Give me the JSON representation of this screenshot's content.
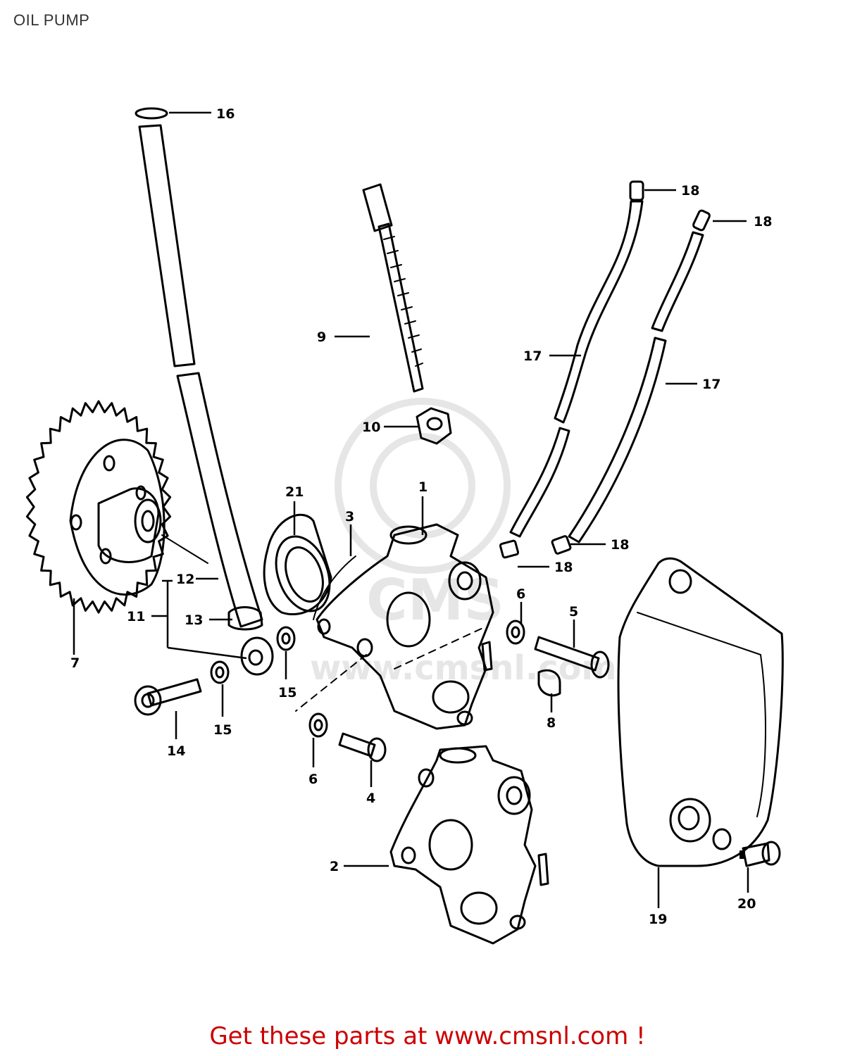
{
  "title": "OIL PUMP",
  "footer": {
    "link_text": "Get these parts at www.cmsnl.com !",
    "color": "#cc0000"
  },
  "watermark": {
    "text": "CMS",
    "url_text": "www.cmsnl.com"
  },
  "callouts": [
    {
      "id": "c1",
      "label": "1"
    },
    {
      "id": "c2",
      "label": "2"
    },
    {
      "id": "c3",
      "label": "3"
    },
    {
      "id": "c4",
      "label": "4"
    },
    {
      "id": "c5",
      "label": "5"
    },
    {
      "id": "c6a",
      "label": "6"
    },
    {
      "id": "c6b",
      "label": "6"
    },
    {
      "id": "c7",
      "label": "7"
    },
    {
      "id": "c8",
      "label": "8"
    },
    {
      "id": "c9",
      "label": "9"
    },
    {
      "id": "c10",
      "label": "10"
    },
    {
      "id": "c11",
      "label": "11"
    },
    {
      "id": "c12",
      "label": "12"
    },
    {
      "id": "c13",
      "label": "13"
    },
    {
      "id": "c14",
      "label": "14"
    },
    {
      "id": "c15a",
      "label": "15"
    },
    {
      "id": "c15b",
      "label": "15"
    },
    {
      "id": "c16",
      "label": "16"
    },
    {
      "id": "c17a",
      "label": "17"
    },
    {
      "id": "c17b",
      "label": "17"
    },
    {
      "id": "c18a",
      "label": "18"
    },
    {
      "id": "c18b",
      "label": "18"
    },
    {
      "id": "c18c",
      "label": "18"
    },
    {
      "id": "c18d",
      "label": "18"
    },
    {
      "id": "c19",
      "label": "19"
    },
    {
      "id": "c20",
      "label": "20"
    },
    {
      "id": "c21",
      "label": "21"
    }
  ]
}
